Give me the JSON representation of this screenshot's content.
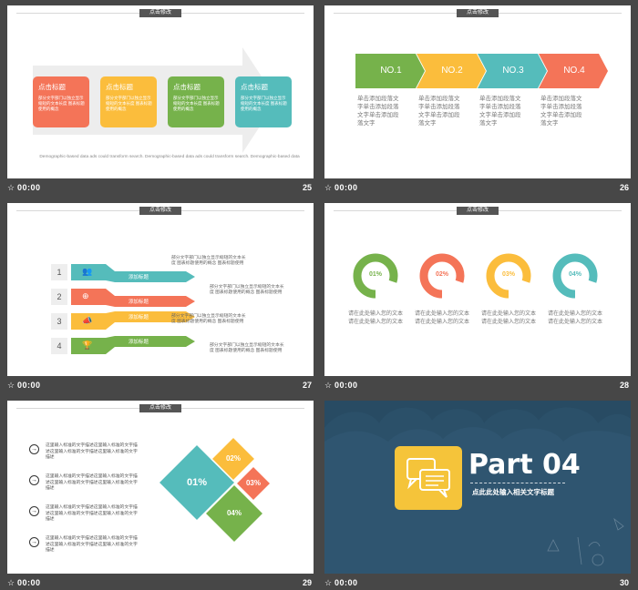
{
  "header_tag": "点击修改",
  "footer_time": "00:00",
  "footer_icon": "star-icon",
  "slides": [
    {
      "number": "25",
      "items": [
        {
          "title": "点击标题",
          "body": "部分文字部门以独立显示缩短的文本长度 图表标题使用的概念",
          "color": "#f47458"
        },
        {
          "title": "点击标题",
          "body": "部分文字部门以独立显示缩短的文本长度 图表标题使用的概念",
          "color": "#fbbd3c"
        },
        {
          "title": "点击标题",
          "body": "部分文字部门以独立显示缩短的文本长度 图表标题使用的概念",
          "color": "#76b24b"
        },
        {
          "title": "点击标题",
          "body": "部分文字部门以独立显示缩短的文本长度 图表标题使用的概念",
          "color": "#55bcbb"
        }
      ],
      "caption": "Demographic-based data ads could transform search. Demographic-based data ads could transform search. Demographic-based data"
    },
    {
      "number": "26",
      "steps": [
        {
          "label": "NO.1",
          "color": "#76b24b",
          "text": "单击添加段落文字单击添加段落文字单击添加段落文字"
        },
        {
          "label": "NO.2",
          "color": "#fbbd3c",
          "text": "单击添加段落文字单击添加段落文字单击添加段落文字"
        },
        {
          "label": "NO.3",
          "color": "#55bcbb",
          "text": "单击添加段落文字单击添加段落文字单击添加段落文字"
        },
        {
          "label": "NO.4",
          "color": "#f47458",
          "text": "单击添加段落文字单击添加段落文字单击添加段落文字"
        }
      ]
    },
    {
      "number": "27",
      "rows": [
        {
          "index": "1",
          "icon": "people-icon",
          "label": "添加标题",
          "color": "#55bcbb"
        },
        {
          "index": "2",
          "icon": "target-icon",
          "label": "添加标题",
          "color": "#f47458"
        },
        {
          "index": "3",
          "icon": "megaphone-icon",
          "label": "添加标题",
          "color": "#fbbd3c"
        },
        {
          "index": "4",
          "icon": "trophy-icon",
          "label": "添加标题",
          "color": "#76b24b"
        }
      ],
      "notes": [
        "部分文字部门以独立显示缩短的文本长度 图表标题使用的概念 图表标题使用",
        "部分文字部门以独立显示缩短的文本长度 图表标题使用的概念 图表标题使用",
        "部分文字部门以独立显示缩短的文本长度 图表标题使用的概念 图表标题使用",
        "部分文字部门以独立显示缩短的文本长度 图表标题使用的概念 图表标题使用"
      ]
    },
    {
      "number": "28",
      "rings": [
        {
          "label": "01%",
          "color": "#76b24b",
          "fraction": 0.8,
          "text": "请在此处输入您的文本 请在此处输入您的文本"
        },
        {
          "label": "02%",
          "color": "#f47458",
          "fraction": 0.8,
          "text": "请在此处输入您的文本 请在此处输入您的文本"
        },
        {
          "label": "03%",
          "color": "#fbbd3c",
          "fraction": 0.8,
          "text": "请在此处输入您的文本 请在此处输入您的文本"
        },
        {
          "label": "04%",
          "color": "#55bcbb",
          "fraction": 0.8,
          "text": "请在此处输入您的文本 请在此处输入您的文本"
        }
      ]
    },
    {
      "number": "29",
      "list": [
        "这里输入标准的文字描述这里输入标准的文字描述这里输入标准的文字描述这里输入标准的文字描述",
        "这里输入标准的文字描述这里输入标准的文字描述这里输入标准的文字描述这里输入标准的文字描述",
        "这里输入标准的文字描述这里输入标准的文字描述这里输入标准的文字描述这里输入标准的文字描述",
        "这里输入标准的文字描述这里输入标准的文字描述这里输入标准的文字描述这里输入标准的文字描述"
      ],
      "diamonds": [
        {
          "label": "01%",
          "color": "#55bcbb"
        },
        {
          "label": "02%",
          "color": "#fbbd3c"
        },
        {
          "label": "03%",
          "color": "#f47458"
        },
        {
          "label": "04%",
          "color": "#76b24b"
        }
      ]
    },
    {
      "number": "30",
      "part": "Part 04",
      "subtitle": "点此此处输入相关文字标题",
      "bg_color": "#2f5570",
      "accent": "#f5c43a",
      "icon": "chat-bubbles-icon"
    }
  ]
}
